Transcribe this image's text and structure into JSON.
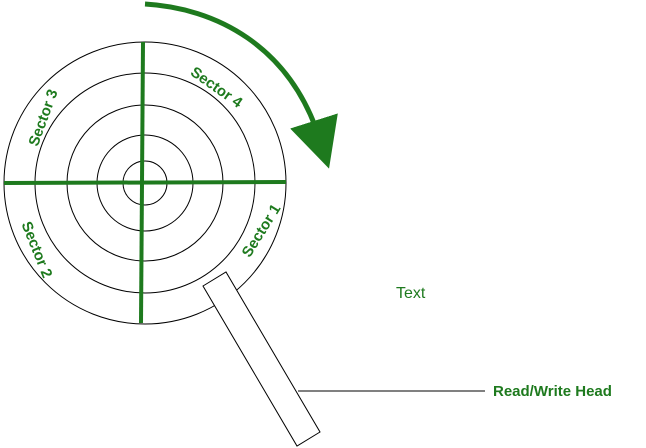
{
  "diagram": {
    "sectors": [
      {
        "label": "Sector 1"
      },
      {
        "label": "Sector 2"
      },
      {
        "label": "Sector 3"
      },
      {
        "label": "Sector 4"
      }
    ],
    "free_text": "Text",
    "head_label": "Read/Write Head"
  },
  "colors": {
    "accent": "#1e7a1e",
    "line": "#000000"
  }
}
